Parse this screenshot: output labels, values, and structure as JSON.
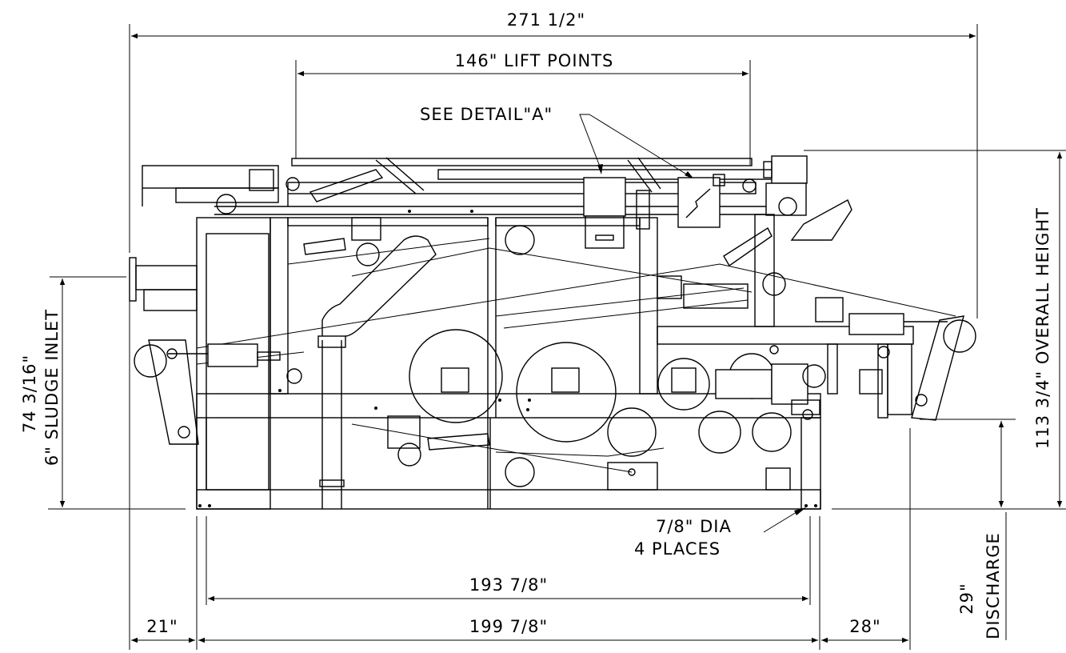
{
  "dimensions": {
    "overall_length": "271 1/2\"",
    "lift_points": "146\" LIFT POINTS",
    "see_detail": "SEE DETAIL\"A\"",
    "sludge_inlet_height": "74 3/16\"",
    "sludge_inlet_label": "6\" SLUDGE INLET",
    "overall_height": "113 3/4\" OVERALL HEIGHT",
    "hole_dia": "7/8\" DIA",
    "hole_places": "4 PLACES",
    "inner_length": "193 7/8\"",
    "frame_length": "199 7/8\"",
    "left_overhang": "21\"",
    "right_overhang": "28\"",
    "discharge_height": "29\"",
    "discharge_label": "DISCHARGE"
  },
  "colors": {
    "line": "#000000",
    "background": "#ffffff"
  }
}
